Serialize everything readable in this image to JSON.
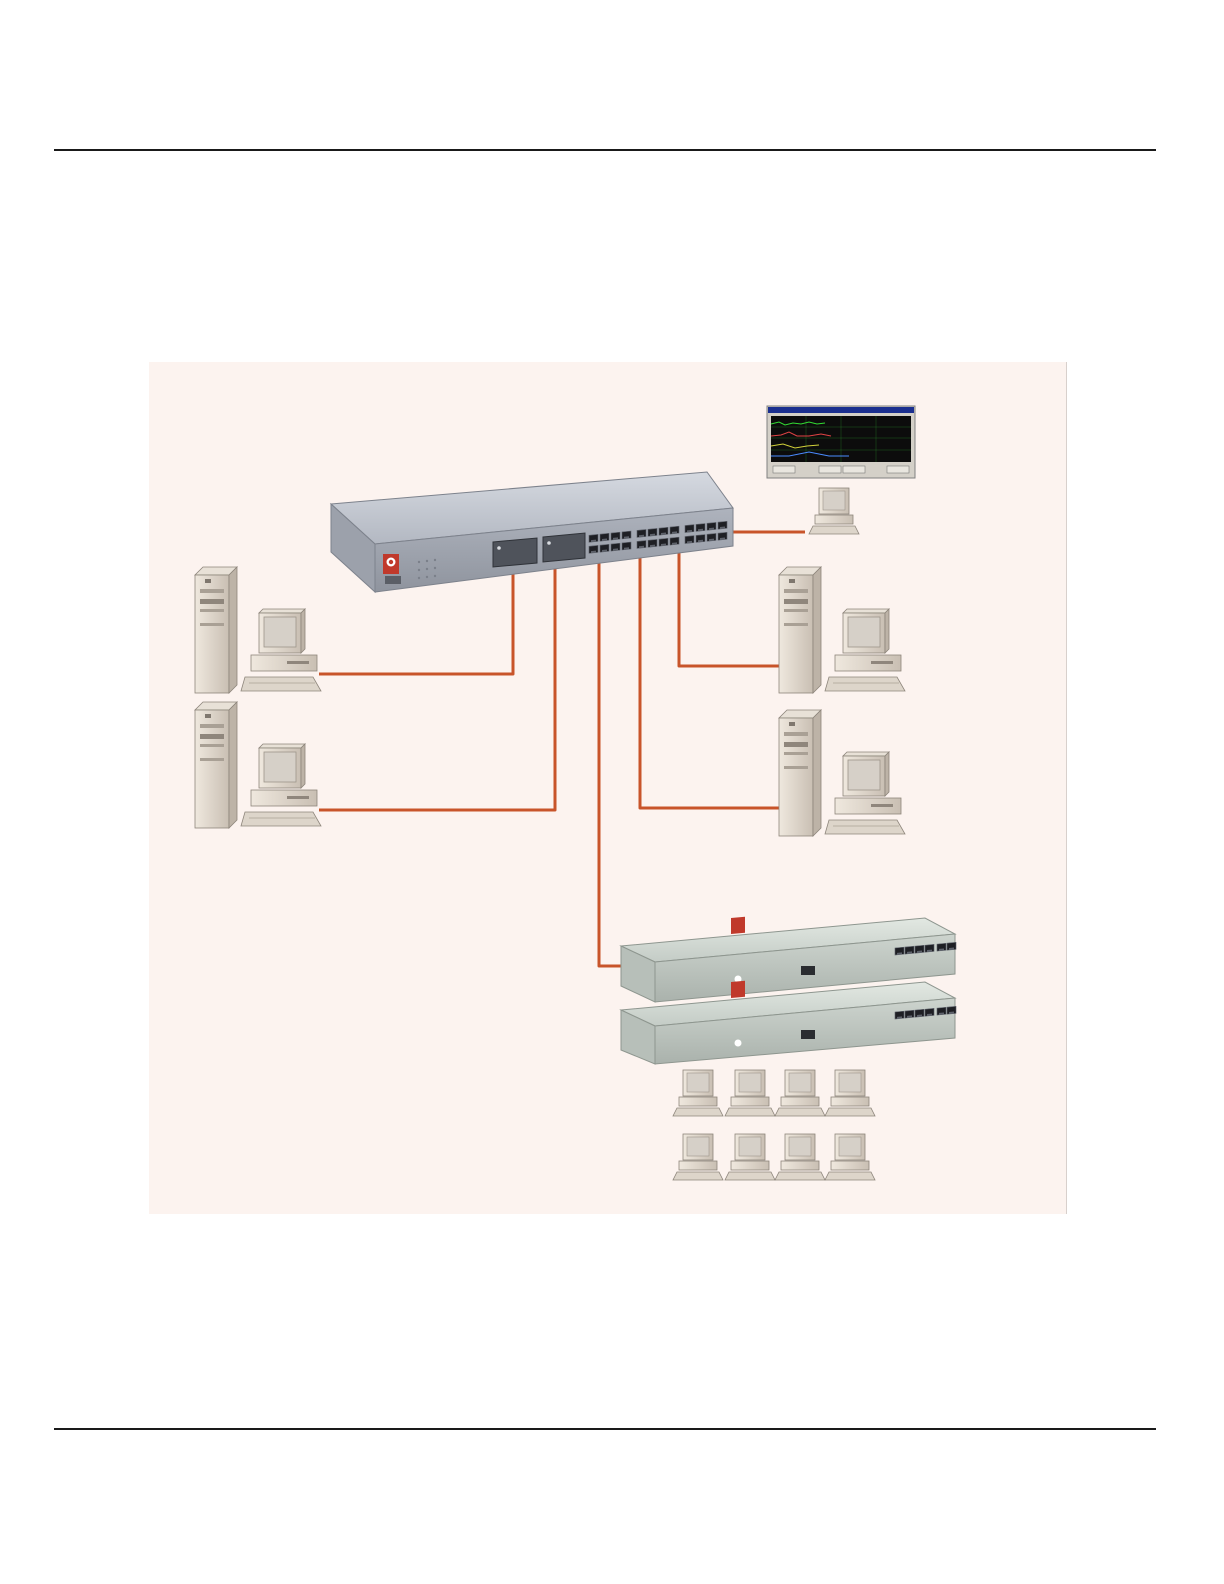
{
  "document": {
    "header_text": "",
    "footer_text": ""
  },
  "figure": {
    "kind": "network-topology",
    "colors": {
      "background": "#fcf3ef",
      "cable": "#c8542a",
      "core_switch": "#b9bfca",
      "stack_switch": "#c9d2cb",
      "pc_beige": "#ddd3c8"
    },
    "devices": [
      {
        "name": "core-switch",
        "icon": "managed-switch-icon",
        "ports": 24,
        "module_slots": 2
      },
      {
        "name": "management-station",
        "icon": "monitor-icon",
        "screen": "traffic-graph-window"
      },
      {
        "name": "server-left-1",
        "icon": "tower-server-icon"
      },
      {
        "name": "server-left-2",
        "icon": "tower-server-icon"
      },
      {
        "name": "server-right-1",
        "icon": "tower-server-icon"
      },
      {
        "name": "server-right-2",
        "icon": "tower-server-icon"
      },
      {
        "name": "stack-switch-1",
        "icon": "workgroup-switch-icon",
        "ports": 8
      },
      {
        "name": "stack-switch-2",
        "icon": "workgroup-switch-icon",
        "ports": 8
      },
      {
        "name": "client-workstations",
        "icon": "desktop-pc-icon",
        "count": 8
      }
    ]
  }
}
